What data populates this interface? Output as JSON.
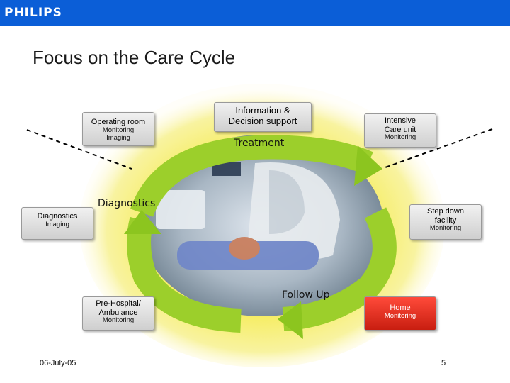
{
  "header": {
    "logo": "PHILIPS",
    "brand_color": "#0b5ed7"
  },
  "slide_title": "Focus on the Care Cycle",
  "boxes": {
    "operating_room": {
      "title": "Operating room",
      "sub1": "Monitoring",
      "sub2": "Imaging"
    },
    "info_decision": {
      "line1": "Information &",
      "line2": "Decision support"
    },
    "intensive_care": {
      "line1": "Intensive",
      "line2": "Care unit",
      "sub": "Monitoring"
    },
    "diagnostics": {
      "title": "Diagnostics",
      "sub": "Imaging"
    },
    "step_down": {
      "line1": "Step down",
      "line2": "facility",
      "sub": "Monitoring"
    },
    "pre_hospital": {
      "line1": "Pre-Hospital/",
      "line2": "Ambulance",
      "sub": "Monitoring"
    },
    "home": {
      "title": "Home",
      "sub": "Monitoring"
    }
  },
  "cycle_labels": {
    "treatment": "Treatment",
    "diagnostics": "Diagnostics",
    "follow_up": "Follow Up"
  },
  "footer": {
    "date": "06-July-05",
    "page": "5"
  },
  "colors": {
    "arrow_green": "#7fc31c",
    "arrow_yellow": "#f2e73a",
    "halo": "#f7f06a",
    "home_red": "#e0281a"
  }
}
